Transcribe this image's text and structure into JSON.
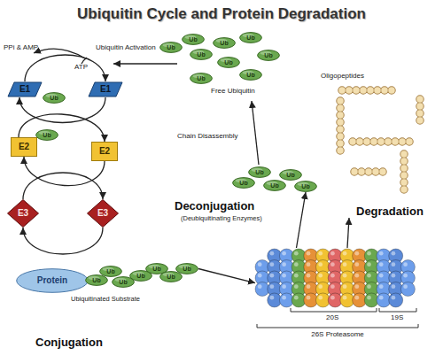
{
  "diagram": {
    "title": "Ubiquitin Cycle and Protein Degradation",
    "nodes": [
      {
        "text": [
          "Ub"
        ]
      },
      {
        "text": [
          "Ub"
        ]
      },
      {
        "text": [
          "Ub"
        ]
      },
      {
        "text": [
          "Ub"
        ]
      },
      {
        "text": [
          "Ub"
        ]
      },
      {
        "text": [
          "Ub"
        ]
      },
      {
        "text": [
          "Ub"
        ]
      },
      {
        "text": [
          "Ub"
        ]
      },
      {
        "text": [
          "Ub"
        ]
      },
      {
        "text": [
          "E1"
        ]
      },
      {
        "text": [
          "Ub"
        ]
      },
      {
        "text": [
          "E1"
        ]
      },
      {
        "text": [
          "E2"
        ]
      },
      {
        "text": [
          "Ub"
        ]
      },
      {
        "text": [
          "E2"
        ]
      },
      {
        "text": [
          "Ub"
        ]
      },
      {
        "text": [
          "Ub"
        ]
      },
      {
        "text": [
          "Ub"
        ]
      },
      {
        "text": [
          "Ub"
        ]
      },
      {
        "text": [
          "Ub"
        ]
      },
      {
        "text": [
          "E3"
        ]
      },
      {
        "text": [
          "E3"
        ]
      },
      {
        "text": [
          "Protein"
        ]
      },
      {
        "text": [
          "Ub"
        ]
      },
      {
        "text": [
          "Ub"
        ]
      },
      {
        "text": [
          "Ub"
        ]
      },
      {
        "text": [
          "Ub"
        ]
      },
      {
        "text": [
          "Ub"
        ]
      },
      {
        "text": [
          "Ub"
        ]
      },
      {
        "text": [
          "Ub"
        ]
      },
      {
        "text": [
          "26S Proteasome"
        ]
      }
    ],
    "edges": [
      {
        "from": 9,
        "to": 11,
        "arrow": "to"
      },
      {
        "from": 11,
        "to": 9,
        "arrow": "to"
      },
      {
        "from": 12,
        "to": 14,
        "arrow": "to"
      },
      {
        "from": 14,
        "to": 12,
        "arrow": "to"
      },
      {
        "from": 20,
        "to": 21,
        "arrow": "to"
      },
      {
        "from": 21,
        "to": 20,
        "arrow": "to"
      },
      {
        "from": 29,
        "to": 30,
        "arrow": "to"
      },
      {
        "from": 30,
        "to": 19,
        "arrow": "to"
      }
    ],
    "labels": [
      "Ubiquitin Activation",
      "PPi & AMP",
      "ATP",
      "Free Ubiquitin",
      "Chain Disassembly",
      "Oligopeptides",
      "Deconjugation",
      "(Deubiquitinating Enzymes)",
      "Degradation",
      "20S",
      "19S",
      "Ubiquitinated Substrate",
      "Conjugation"
    ]
  }
}
